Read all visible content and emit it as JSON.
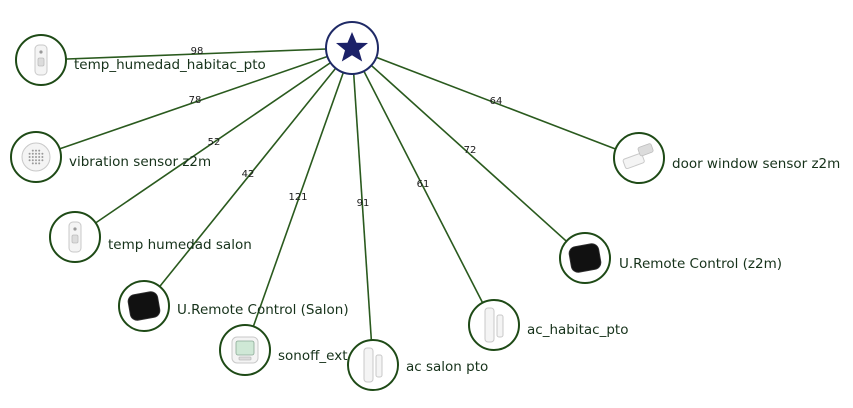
{
  "coordinator": {
    "icon": "star-icon",
    "color": "#1b2168"
  },
  "devices": [
    {
      "id": "temp-humedad-habitac-pto",
      "label": "temp_humedad_habitac_pto",
      "lqi": "98",
      "icon": "temperature-sensor-icon"
    },
    {
      "id": "vibration-sensor-z2m",
      "label": "vibration sensor z2m",
      "lqi": "78",
      "icon": "vibration-sensor-icon"
    },
    {
      "id": "temp-humedad-salon",
      "label": "temp humedad salon",
      "lqi": "52",
      "icon": "temperature-sensor-icon"
    },
    {
      "id": "u-remote-control-salon",
      "label": "U.Remote Control (Salon)",
      "lqi": "42",
      "icon": "ir-remote-hub-icon"
    },
    {
      "id": "sonoff-ext",
      "label": "sonoff_ext",
      "lqi": "121",
      "icon": "thermometer-display-icon"
    },
    {
      "id": "ac-salon-pto",
      "label": "ac salon pto",
      "lqi": "91",
      "icon": "contact-sensor-icon"
    },
    {
      "id": "ac-habitac-pto",
      "label": "ac_habitac_pto",
      "lqi": "61",
      "icon": "contact-sensor-icon"
    },
    {
      "id": "u-remote-control-z2m",
      "label": "U.Remote Control (z2m)",
      "lqi": "72",
      "icon": "ir-remote-hub-icon"
    },
    {
      "id": "door-window-sensor-z2m",
      "label": "door window sensor z2m",
      "lqi": "64",
      "icon": "door-window-sensor-icon"
    }
  ],
  "colors": {
    "link": "#2a5a1e",
    "node_ring": "#1e4a16",
    "coordinator_ring": "#1f2a66",
    "label_text": "#16321a"
  }
}
